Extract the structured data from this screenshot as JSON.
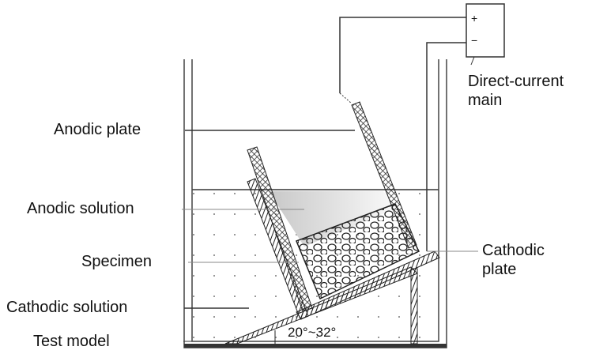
{
  "labels": {
    "anodic_plate": "Anodic plate",
    "anodic_solution": "Anodic solution",
    "specimen": "Specimen",
    "cathodic_solution": "Cathodic solution",
    "test_model": "Test model",
    "dc_main_line1": "Direct-current",
    "dc_main_line2": "main",
    "cathodic_plate_line1": "Cathodic",
    "cathodic_plate_line2": "plate",
    "angle": "20°~32°",
    "plus": "+",
    "minus": "−"
  }
}
